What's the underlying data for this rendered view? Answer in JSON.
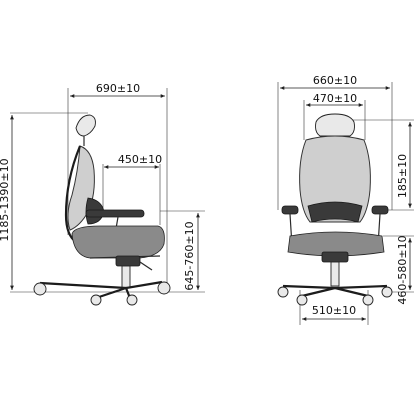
{
  "side_view": {
    "overall_depth": "690±10",
    "seat_depth": "450±10",
    "overall_height": "1185-1390±10",
    "seat_height": "645-760±10"
  },
  "front_view": {
    "overall_width": "660±10",
    "backrest_width": "470±10",
    "headrest_height": "185±10",
    "armrest_height": "460-580±10",
    "base_width": "510±10"
  }
}
